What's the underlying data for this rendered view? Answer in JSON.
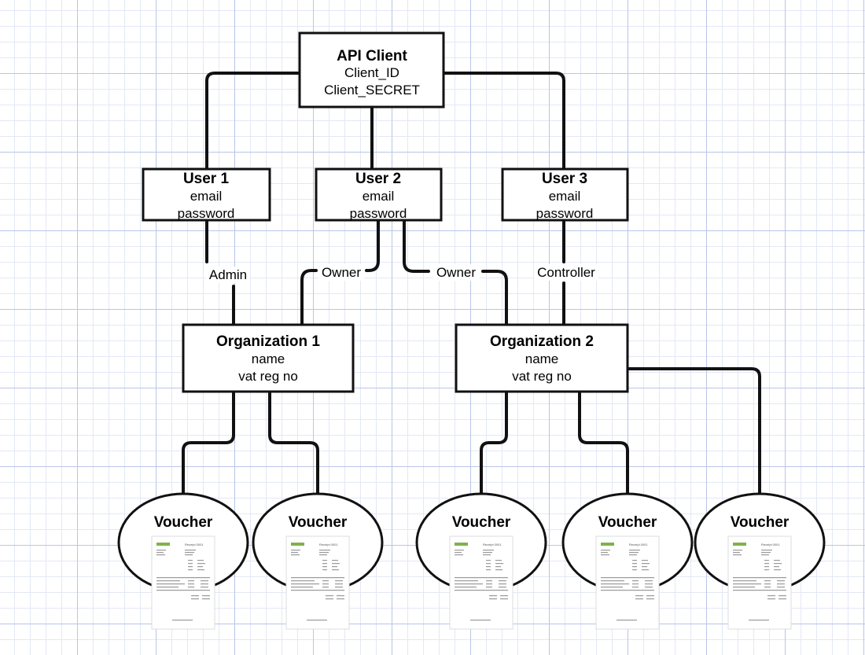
{
  "api_client": {
    "title": "API Client",
    "fields": [
      "Client_ID",
      "Client_SECRET"
    ]
  },
  "users": [
    {
      "title": "User 1",
      "fields": [
        "email",
        "password"
      ]
    },
    {
      "title": "User 2",
      "fields": [
        "email",
        "password"
      ]
    },
    {
      "title": "User 3",
      "fields": [
        "email",
        "password"
      ]
    }
  ],
  "relations": [
    {
      "label": "Admin"
    },
    {
      "label": "Owner"
    },
    {
      "label": "Owner"
    },
    {
      "label": "Controller"
    }
  ],
  "organizations": [
    {
      "title": "Organization 1",
      "fields": [
        "name",
        "vat reg no"
      ]
    },
    {
      "title": "Organization 2",
      "fields": [
        "name",
        "vat reg no"
      ]
    }
  ],
  "vouchers": [
    {
      "title": "Voucher",
      "document_heading": "Receipt 0001"
    },
    {
      "title": "Voucher",
      "document_heading": "Receipt 0001"
    },
    {
      "title": "Voucher",
      "document_heading": "Receipt 0001"
    },
    {
      "title": "Voucher",
      "document_heading": "Receipt 0001"
    },
    {
      "title": "Voucher",
      "document_heading": "Receipt 0001"
    }
  ],
  "colors": {
    "line": "#111111",
    "grid_major": "#b9c6e6",
    "grid_minor": "#e3e8f6",
    "logo_green": "#7fb24a"
  }
}
